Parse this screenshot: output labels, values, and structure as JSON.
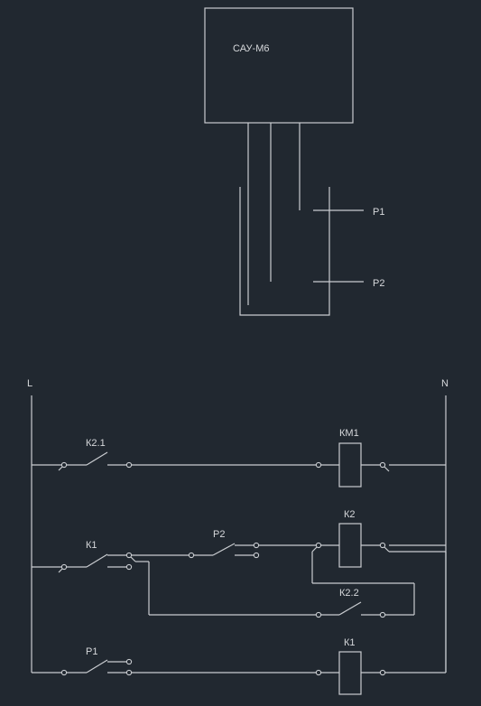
{
  "controller": {
    "label": "САУ-М6"
  },
  "probes": {
    "p1": "P1",
    "p2": "P2"
  },
  "rails": {
    "line": "L",
    "neutral": "N"
  },
  "contacts": {
    "k21": "К2.1",
    "k1": "К1",
    "p2": "P2",
    "k22": "К2.2",
    "p1": "P1"
  },
  "coils": {
    "km1": "КМ1",
    "k2": "К2",
    "k1": "К1"
  },
  "colors": {
    "background": "#212830",
    "line": "#c9ccd0",
    "text": "#d6d8db"
  }
}
